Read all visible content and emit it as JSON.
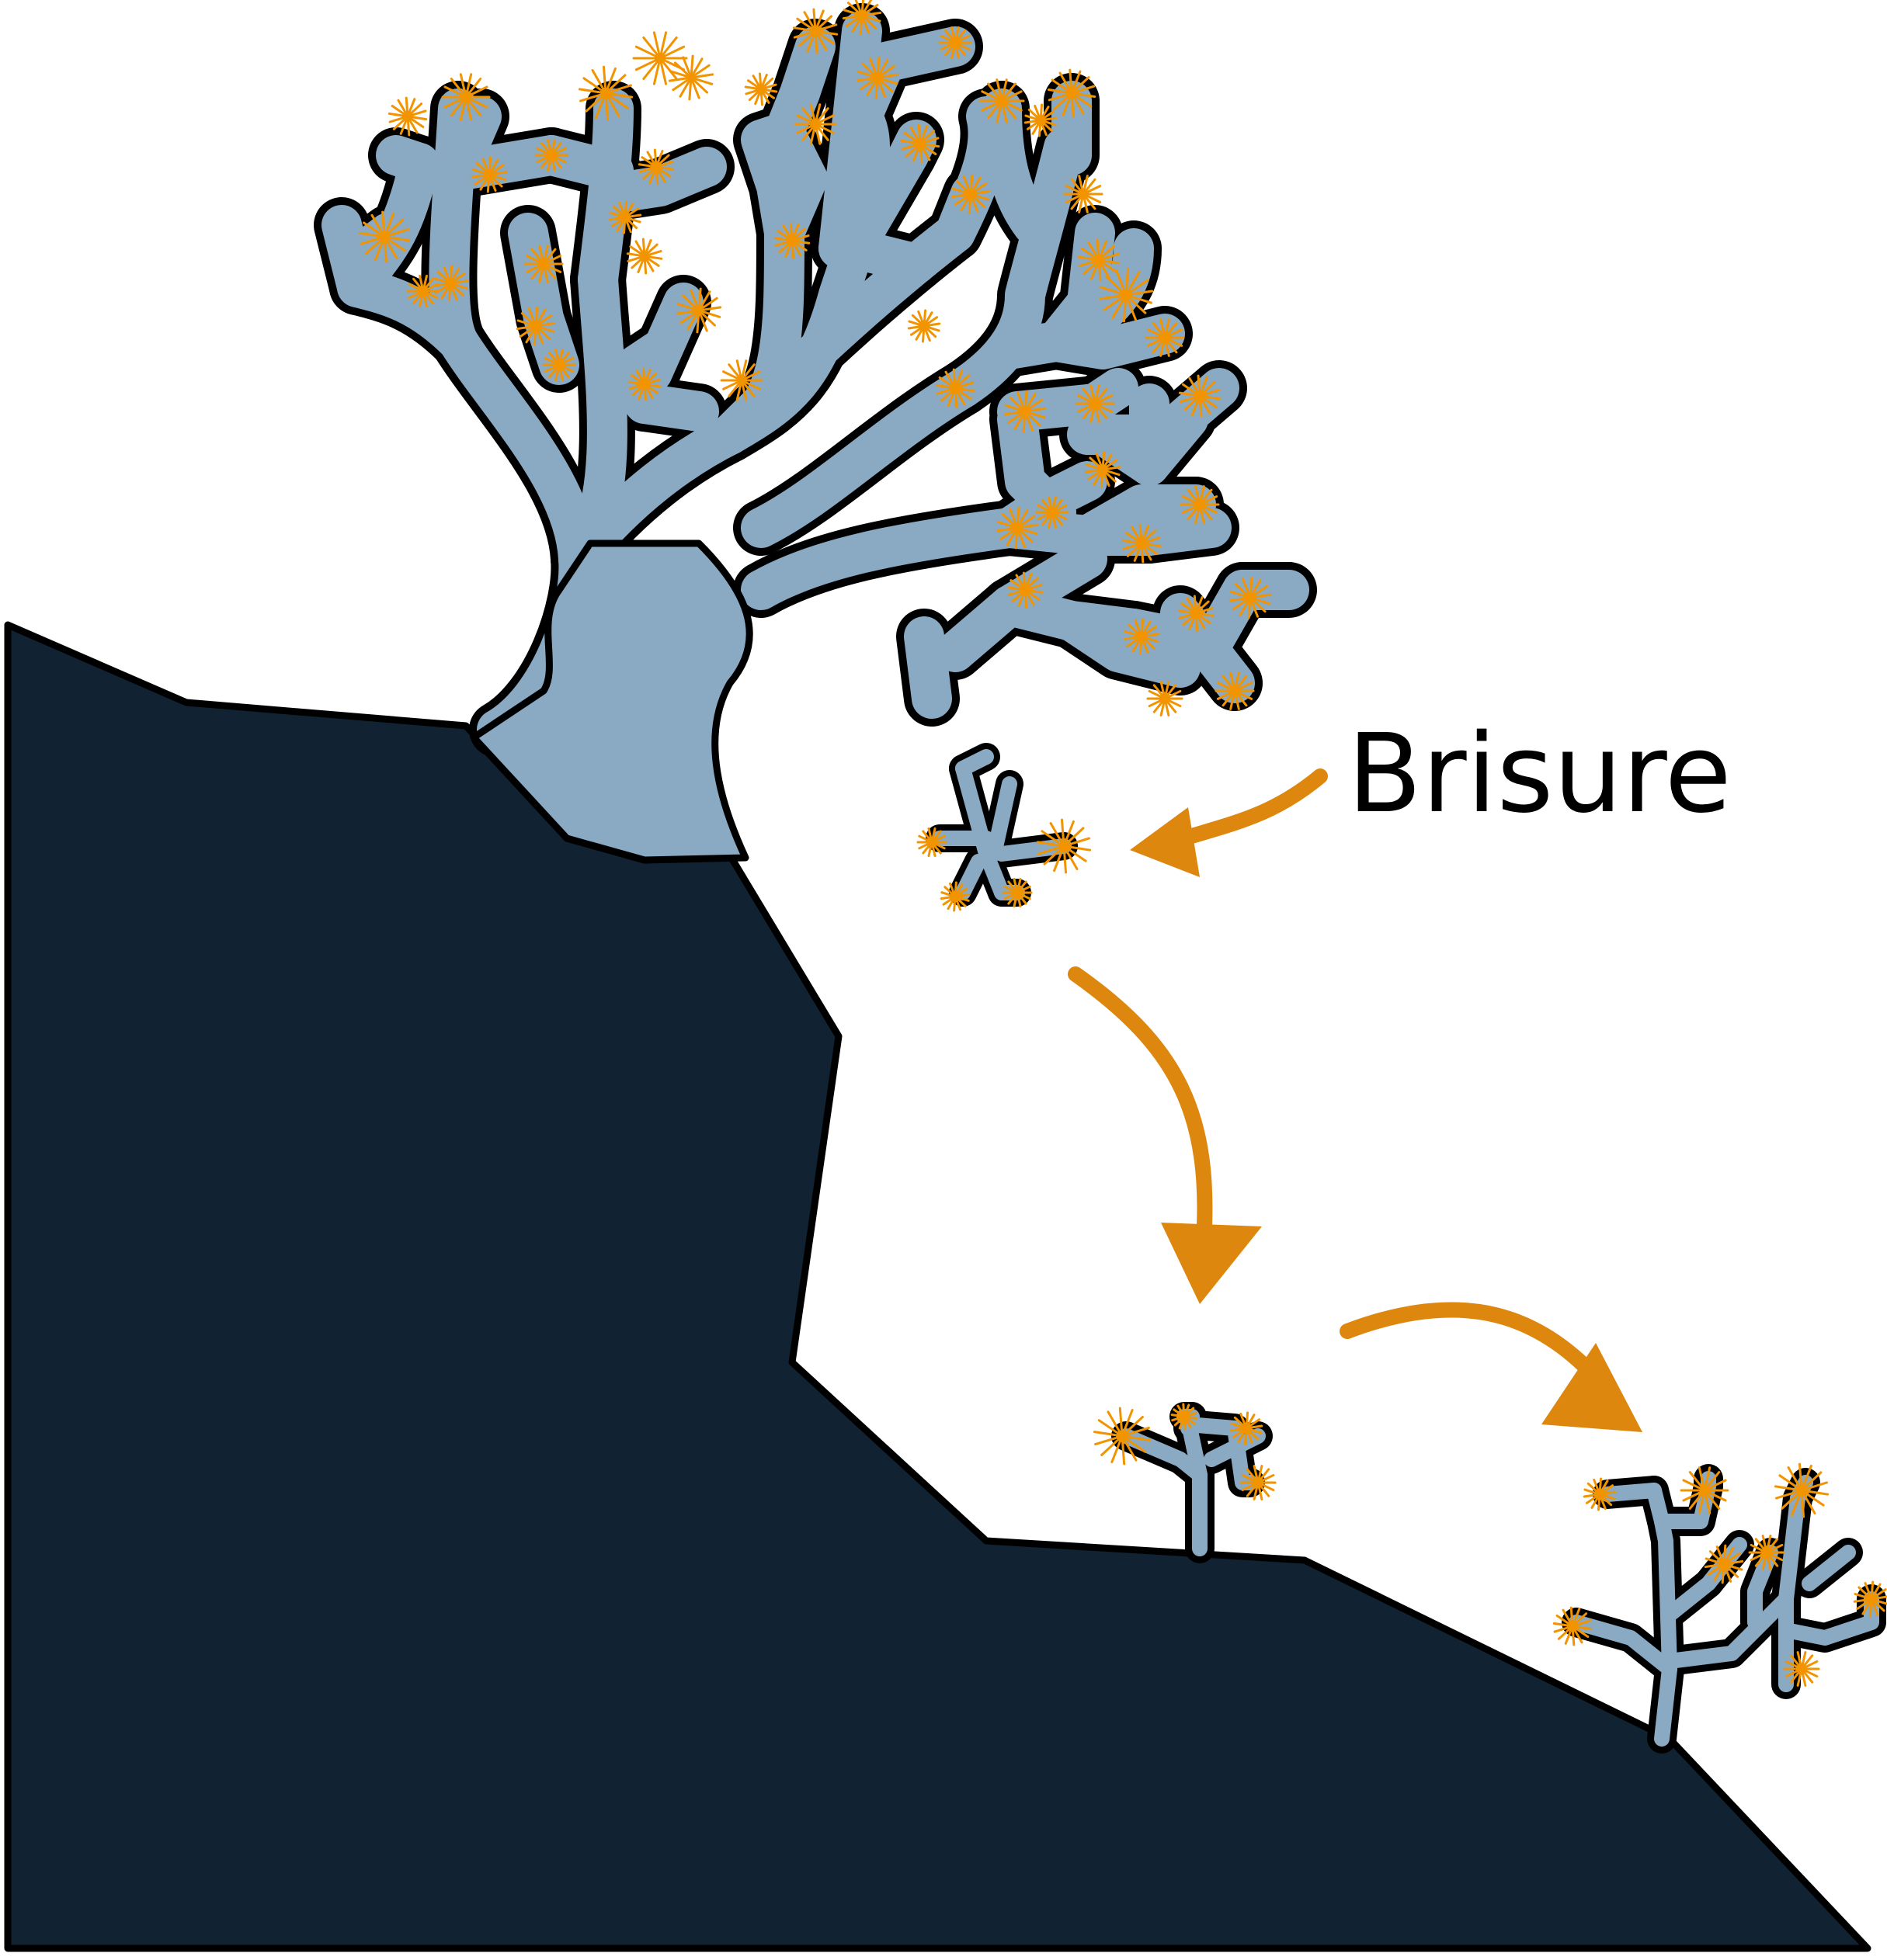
{
  "diagram": {
    "label": "Brisure",
    "colors": {
      "background": "#ffffff",
      "rock": "#112233",
      "coral": "#8aa9c3",
      "outline": "#000000",
      "polyp": "#f29400",
      "arrow": "#dd870f"
    },
    "elements": [
      {
        "name": "rock-slope",
        "kind": "substrate"
      },
      {
        "name": "parent-coral-colony",
        "kind": "coral"
      },
      {
        "name": "broken-fragment",
        "kind": "coral"
      },
      {
        "name": "settled-fragment",
        "kind": "coral"
      },
      {
        "name": "new-colony",
        "kind": "coral"
      }
    ]
  }
}
